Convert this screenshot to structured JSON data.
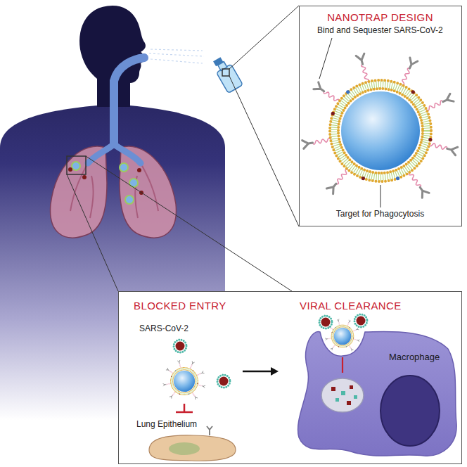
{
  "diagram": {
    "nodes": [
      {
        "text": [
          "NANOTRAP DESIGN",
          "Bind and Sequester SARS-CoV-2",
          "Target for Phagocytosis"
        ]
      },
      {
        "text": [
          "BLOCKED ENTRY",
          "SARS-CoV-2",
          "Lung Epithelium",
          "VIRAL CLEARANCE"
        ]
      },
      {
        "text": [
          "Macrophage"
        ],
        "in": 1
      }
    ]
  }
}
